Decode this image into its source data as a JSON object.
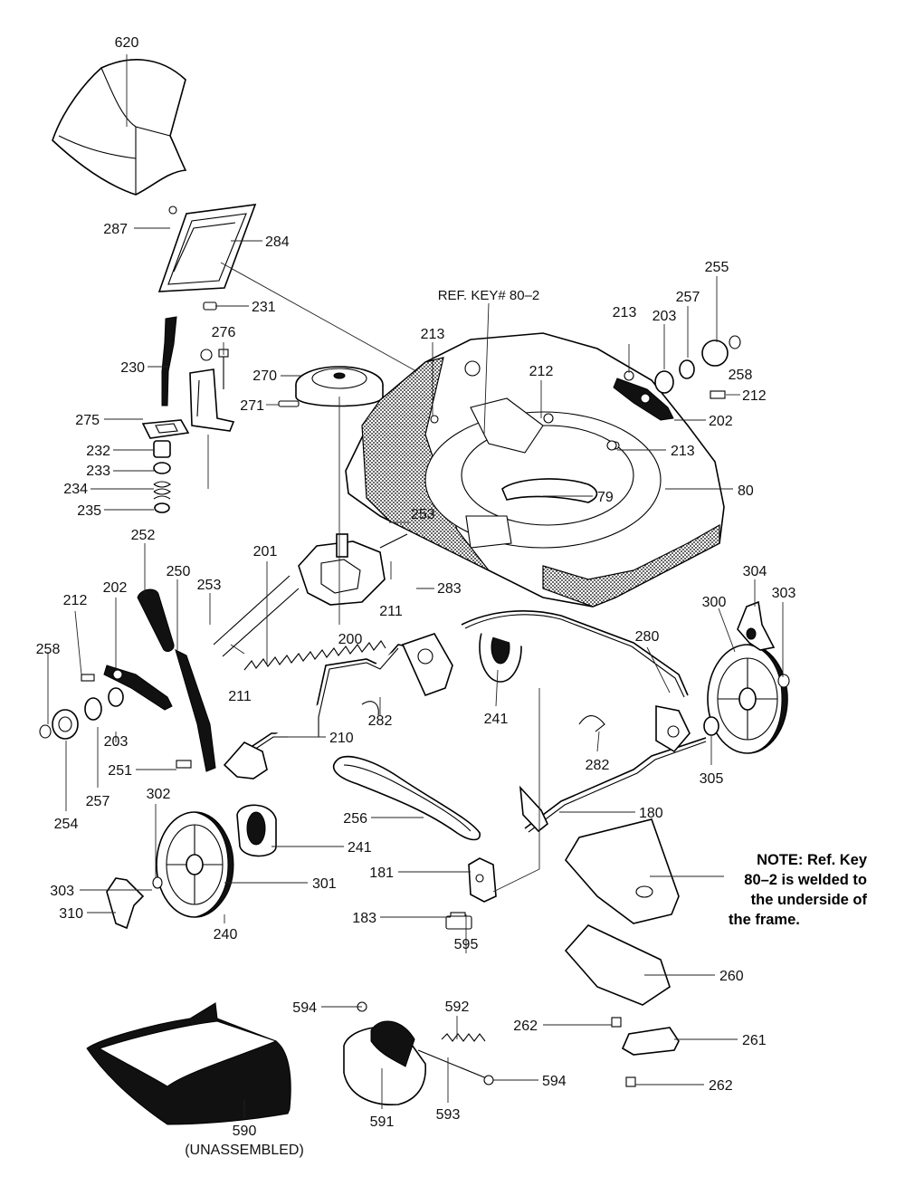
{
  "callouts": {
    "c620": "620",
    "c287": "287",
    "c284": "284",
    "c231": "231",
    "c276": "276",
    "c230": "230",
    "c270": "270",
    "c271": "271",
    "c275": "275",
    "c232": "232",
    "c233": "233",
    "c234": "234",
    "c235": "235",
    "c213a": "213",
    "c212a": "212",
    "c213b": "213",
    "c203a": "203",
    "c257a": "257",
    "c255": "255",
    "c258a": "258",
    "c212b": "212",
    "c202a": "202",
    "c213c": "213",
    "c80": "80",
    "c79": "79",
    "c253a": "253",
    "c252": "252",
    "c250": "250",
    "c253b": "253",
    "c201": "201",
    "c211a": "211",
    "c283": "283",
    "c200": "200",
    "c212c": "212",
    "c202b": "202",
    "c258b": "258",
    "c211b": "211",
    "c282a": "282",
    "c241a": "241",
    "c280": "280",
    "c304": "304",
    "c300": "300",
    "c303a": "303",
    "c203b": "203",
    "c210": "210",
    "c251": "251",
    "c257b": "257",
    "c254": "254",
    "c282b": "282",
    "c305": "305",
    "c180": "180",
    "c302": "302",
    "c256": "256",
    "c241b": "241",
    "c303b": "303",
    "c301": "301",
    "c310": "310",
    "c240": "240",
    "c181": "181",
    "c183": "183",
    "c595": "595",
    "c260": "260",
    "c594a": "594",
    "c592": "592",
    "c262a": "262",
    "c261": "261",
    "c594b": "594",
    "c262b": "262",
    "c590": "590",
    "c590sub": "(UNASSEMBLED)",
    "c591": "591",
    "c593": "593"
  },
  "ref_key_label": "REF. KEY# 80–2",
  "note": {
    "line1": "NOTE: Ref. Key",
    "line2": "80–2 is welded to",
    "line3": "the underside of",
    "line4": "the frame."
  }
}
